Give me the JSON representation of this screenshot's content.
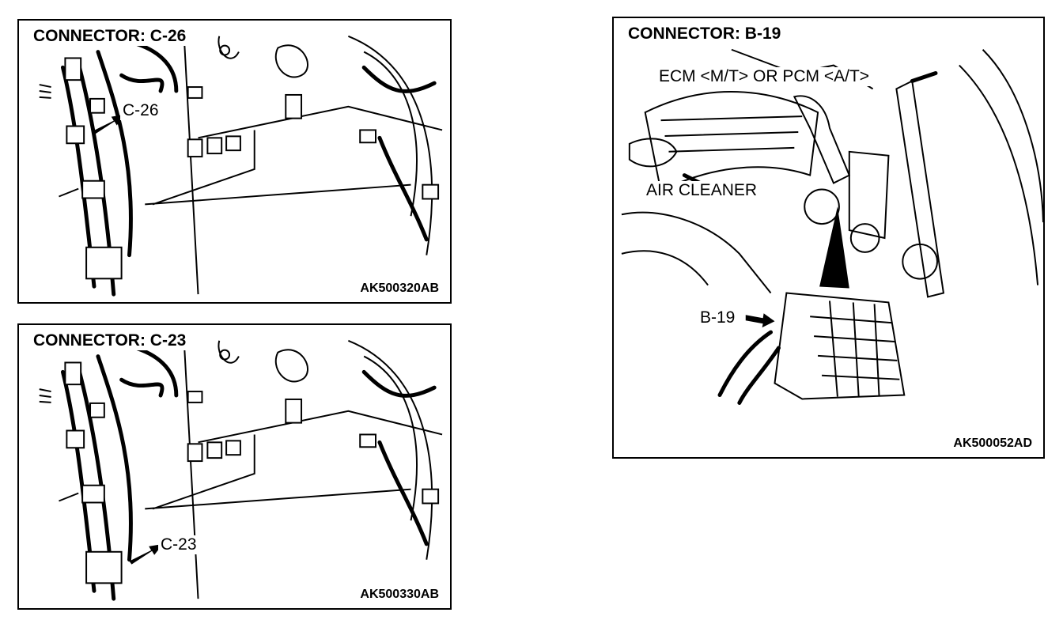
{
  "panels": {
    "c26": {
      "title": "CONNECTOR: C-26",
      "callout": "C-26",
      "figure_code": "AK500320AB",
      "icon": "harness-connector-c26-location-drawing"
    },
    "c23": {
      "title": "CONNECTOR: C-23",
      "callout": "C-23",
      "figure_code": "AK500330AB",
      "icon": "harness-connector-c23-location-drawing"
    },
    "b19": {
      "title": "CONNECTOR: B-19",
      "label_module": "ECM <M/T> OR PCM <A/T>",
      "label_air_cleaner": "AIR CLEANER",
      "callout": "B-19",
      "figure_code": "AK500052AD",
      "icon": "engine-compartment-ecm-drawing"
    }
  }
}
